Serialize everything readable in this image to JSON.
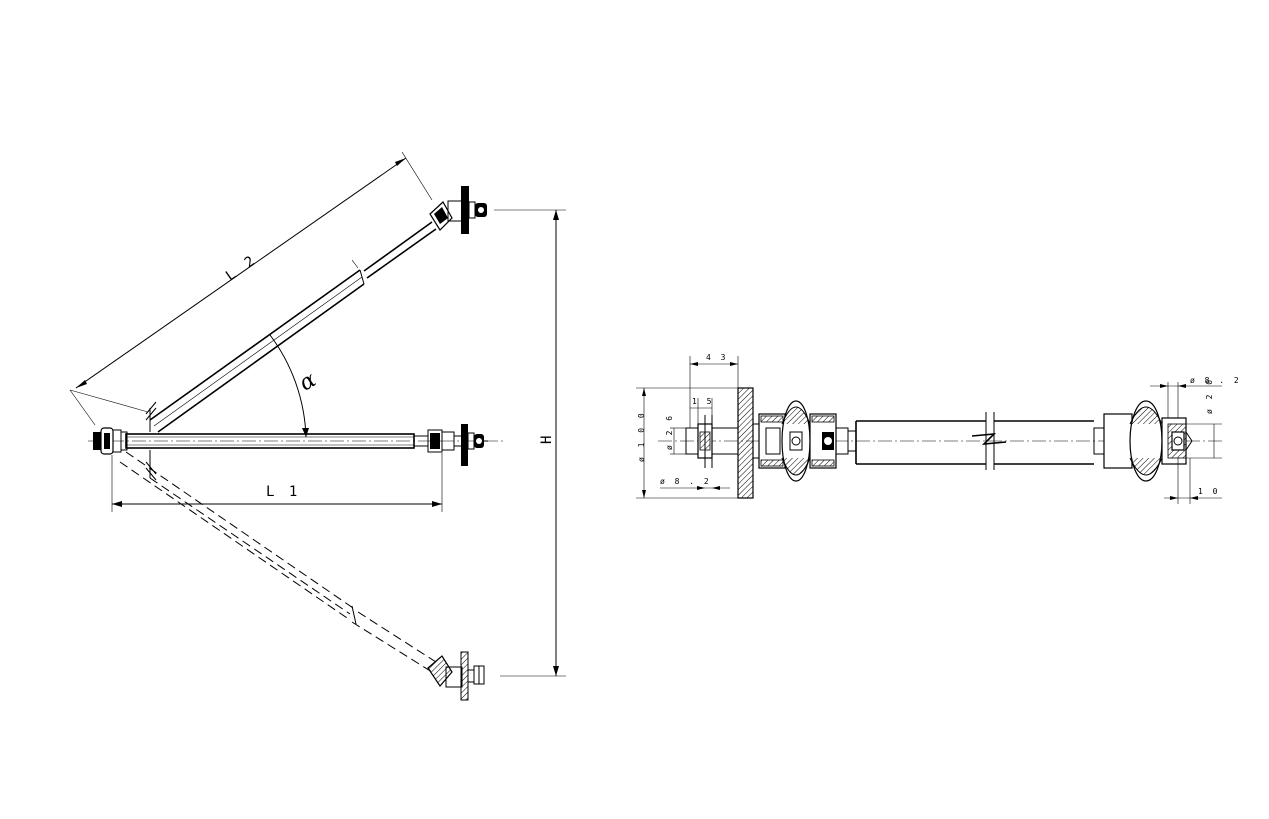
{
  "drawing_left": {
    "label_l1": "L 1",
    "label_l2": "L 2",
    "label_h": "H",
    "label_alpha": "α"
  },
  "drawing_right": {
    "dim_43": "4 3",
    "dim_15": "1 5",
    "dim_d100": "ø 1 0 0",
    "dim_d26": "ø 2 6",
    "dim_d82_left": "ø 8 . 2",
    "dim_d82_right": "ø 8 . 2",
    "dim_d20": "ø 2 0",
    "dim_10": "1 0"
  },
  "colors": {
    "line": "#000000",
    "background": "#ffffff"
  }
}
